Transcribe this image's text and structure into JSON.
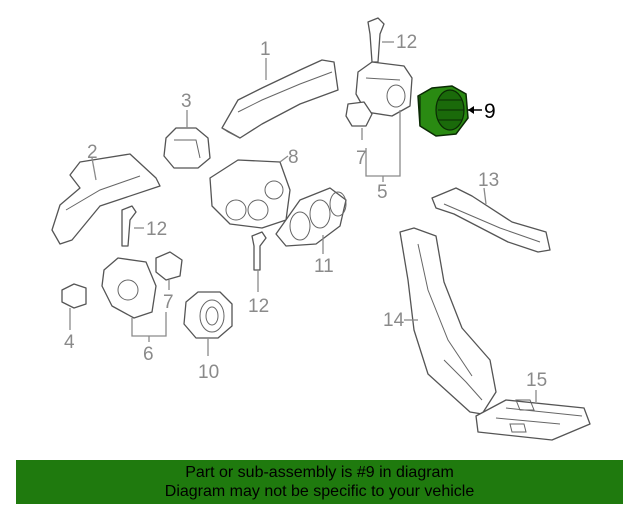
{
  "callouts": {
    "c1": "1",
    "c2": "2",
    "c3": "3",
    "c4": "4",
    "c5": "5",
    "c6": "6",
    "c7a": "7",
    "c7b": "7",
    "c8": "8",
    "c9": "9",
    "c10": "10",
    "c11": "11",
    "c12a": "12",
    "c12b": "12",
    "c12c": "12",
    "c13": "13",
    "c14": "14",
    "c15": "15"
  },
  "highlight_color": "#1f7a0e",
  "banner": {
    "line1": "Part or sub-assembly is #9 in diagram",
    "line2": "Diagram may not be specific to your vehicle"
  }
}
